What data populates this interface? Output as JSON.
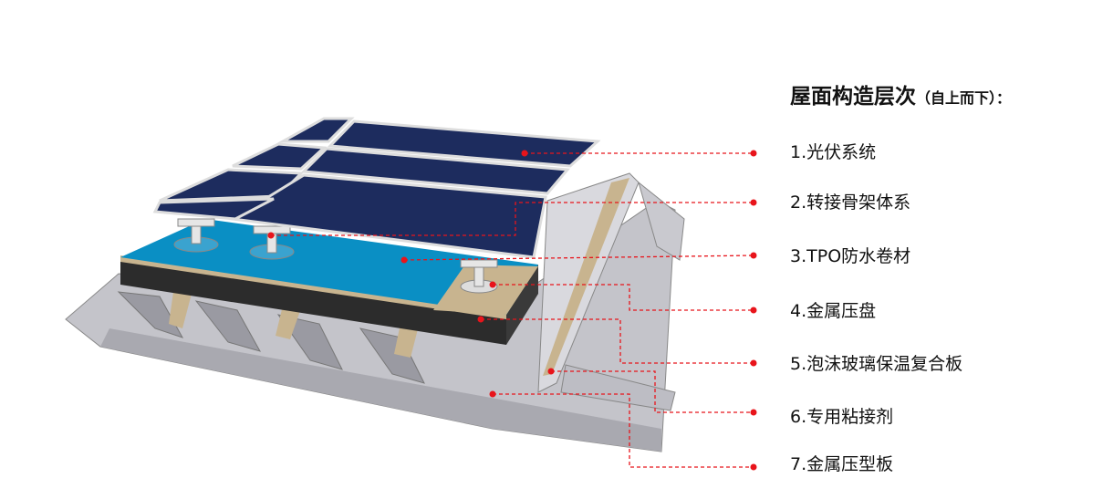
{
  "title": "屋面构造层次",
  "title_suffix": "（自上而下）：",
  "layers": [
    {
      "label": "1.光伏系统"
    },
    {
      "label": "2.转接骨架体系"
    },
    {
      "label": "3.TPO防水卷材"
    },
    {
      "label": "4.金属压盘"
    },
    {
      "label": "5.泡沫玻璃保温复合板"
    },
    {
      "label": "6.专用粘接剂"
    },
    {
      "label": "7.金属压型板"
    }
  ],
  "colors": {
    "leader": "#e8141b",
    "tpo": "#0a8fc4",
    "panel": "#1d2c5e",
    "insulation": "#2a2a2a",
    "board": "#c8b48f",
    "metal": "#b9b9bf"
  }
}
